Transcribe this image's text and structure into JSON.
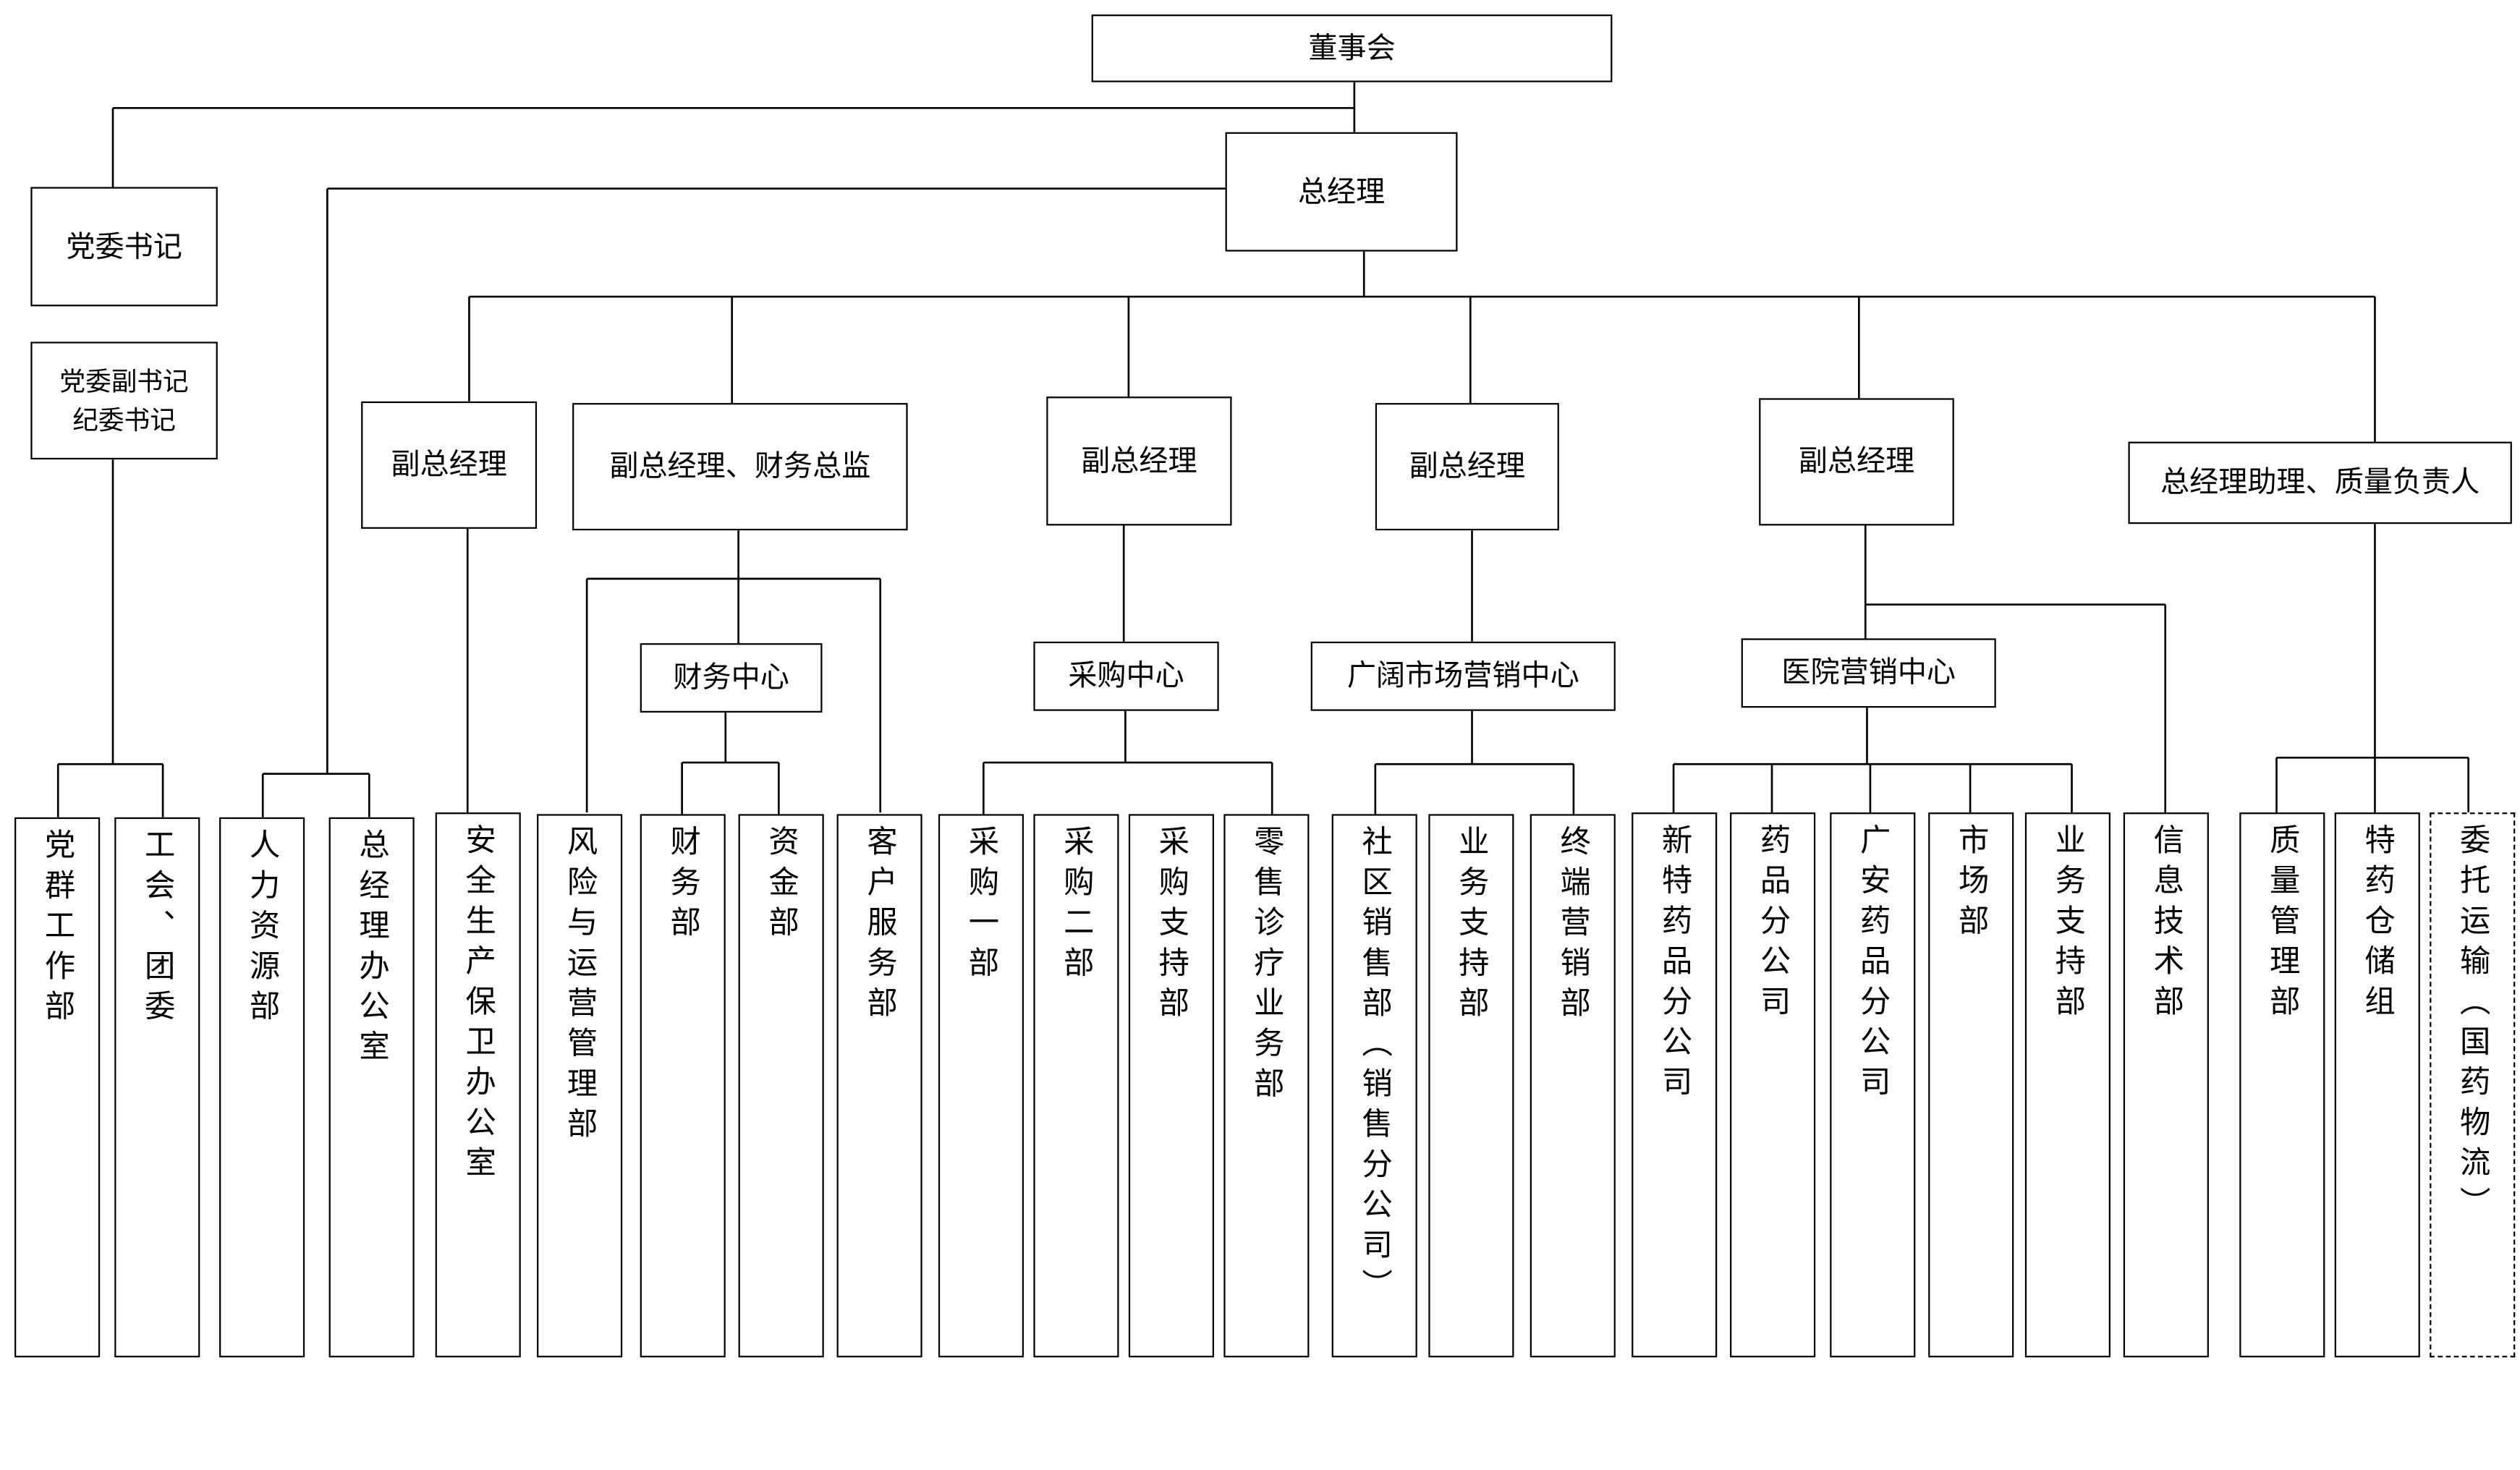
{
  "top": {
    "board": "董事会",
    "gm": "总经理",
    "party_secretary": "党委书记",
    "deputy_secretary_line1": "党委副书记",
    "deputy_secretary_line2": "纪委书记"
  },
  "vps": [
    "副总经理",
    "副总经理、财务总监",
    "副总经理",
    "副总经理",
    "副总经理",
    "总经理助理、质量负责人"
  ],
  "centers": [
    "财务中心",
    "采购中心",
    "广阔市场营销中心",
    "医院营销中心"
  ],
  "departments": [
    "党群工作部",
    "工会、团委",
    "人力资源部",
    "总经理办公室",
    "安全生产保卫办公室",
    "风险与运营管理部",
    "财务部",
    "资金部",
    "客户服务部",
    "采购一部",
    "采购二部",
    "采购支持部",
    "零售诊疗业务部",
    "社区销售部（销售分公司）",
    "业务支持部",
    "终端营销部",
    "新特药品分公司",
    "药品分公司",
    "广安药品分公司",
    "市场部",
    "业务支持部",
    "信息技术部",
    "质量管理部",
    "特药仓储组",
    "委托运输（国药物流）"
  ]
}
